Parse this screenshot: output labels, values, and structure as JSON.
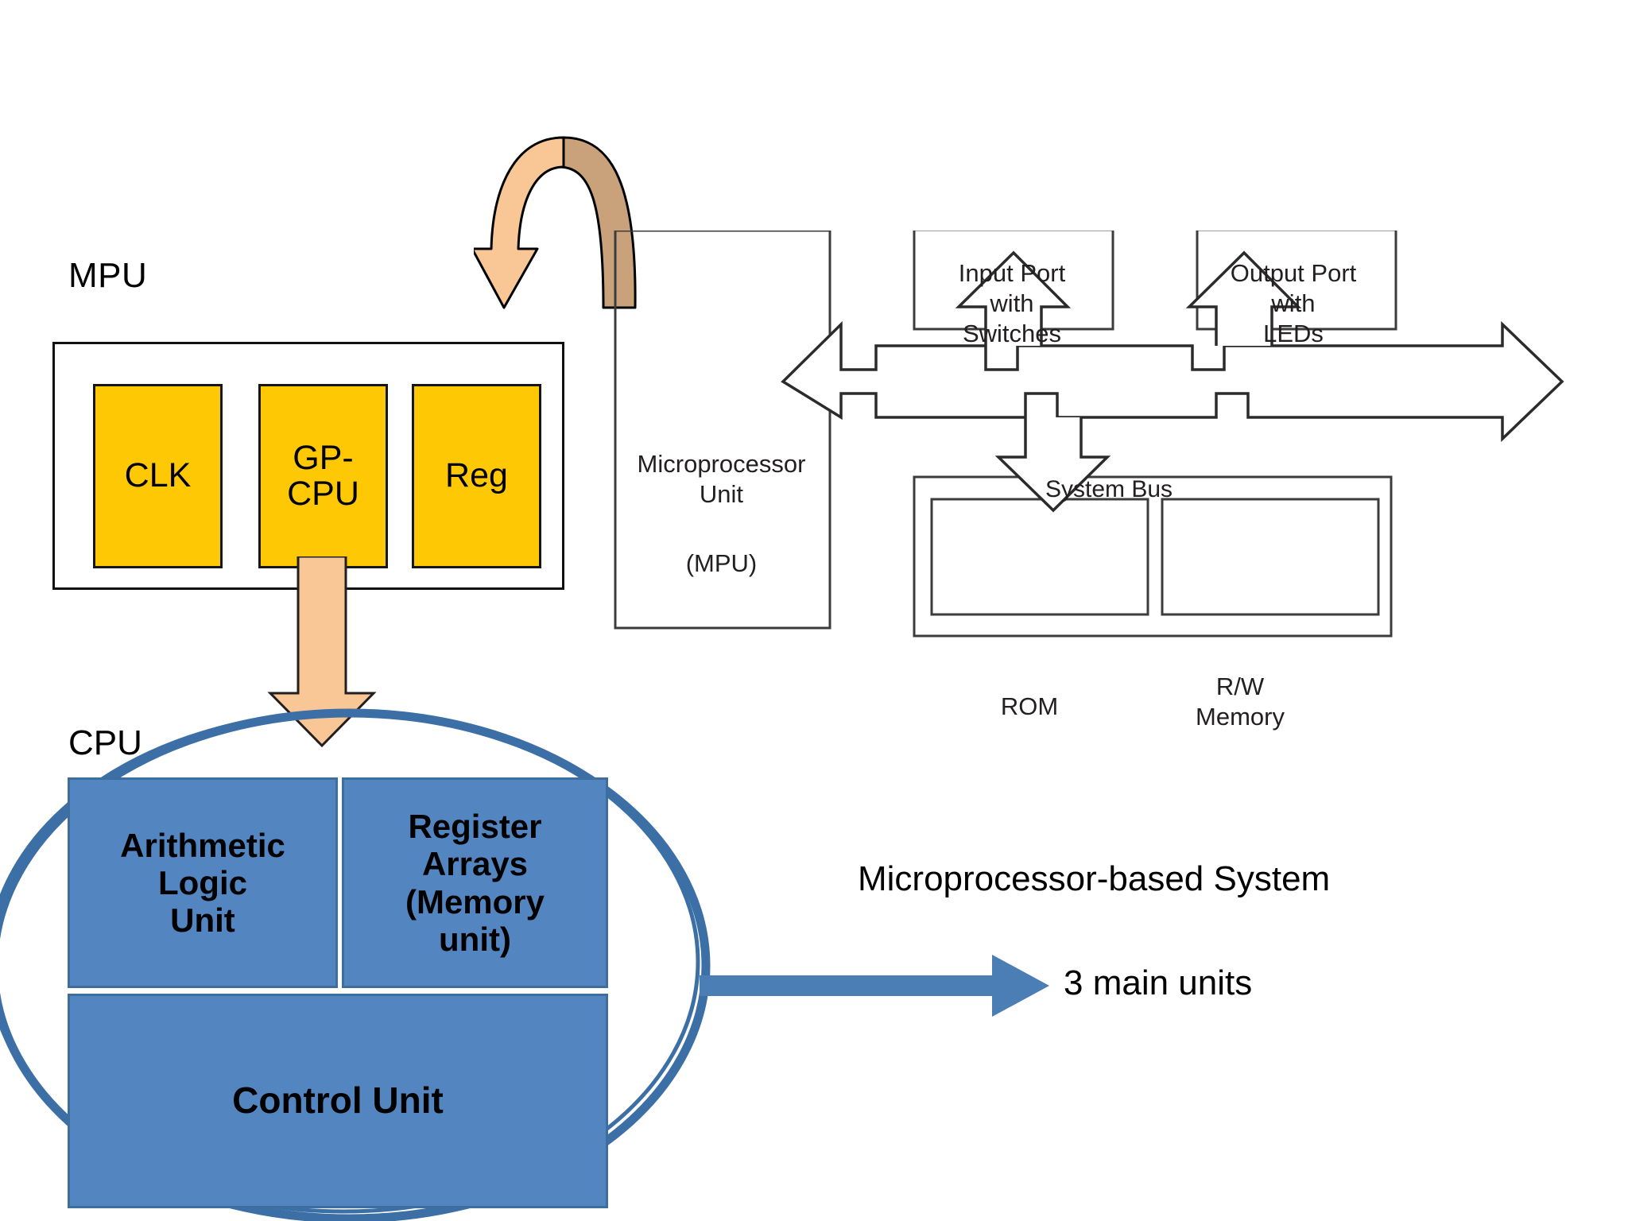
{
  "diagram": {
    "title_visible": false,
    "background": "#ffffff",
    "palette": {
      "yellow_fill": "#FFC805",
      "yellow_stroke": "#161616",
      "blue_fill": "#5386C0",
      "blue_stroke": "#3E6E9E",
      "oval_stroke": "#3C6FA5",
      "peach_fill": "#F9C795",
      "tan_fill": "#C9A27C",
      "line_stroke": "#231f20",
      "text_color": "#000000"
    }
  },
  "mpu_group": {
    "caption": "MPU",
    "boxes": [
      {
        "id": "clk",
        "label": "CLK"
      },
      {
        "id": "gp-cpu",
        "label_line1": "GP-",
        "label_line2": "CPU"
      },
      {
        "id": "reg",
        "label": "Reg"
      }
    ]
  },
  "cpu_group": {
    "caption": "CPU",
    "boxes": [
      {
        "id": "alu",
        "line1": "Arithmetic",
        "line2": "Logic",
        "line3": "Unit"
      },
      {
        "id": "register-arrays",
        "line1": "Register",
        "line2": "Arrays",
        "line3": "(Memory",
        "line4": "unit)"
      },
      {
        "id": "control-unit",
        "label": "Control Unit"
      }
    ]
  },
  "system_diagram": {
    "mpu_box": {
      "line1": "Microprocessor",
      "line2": "Unit",
      "line3": "(MPU)"
    },
    "input_port": {
      "line1": "Input Port",
      "line2": "with",
      "line3": "Switches"
    },
    "output_port": {
      "line1": "Output Port",
      "line2": "with",
      "line3": "LEDs"
    },
    "bus_label": "System Bus",
    "memory": [
      {
        "id": "rom",
        "label": "ROM"
      },
      {
        "id": "rw-memory",
        "line1": "R/W",
        "line2": "Memory"
      }
    ]
  },
  "annotations": {
    "system_caption": "Microprocessor-based System",
    "three_units": "3 main units"
  }
}
